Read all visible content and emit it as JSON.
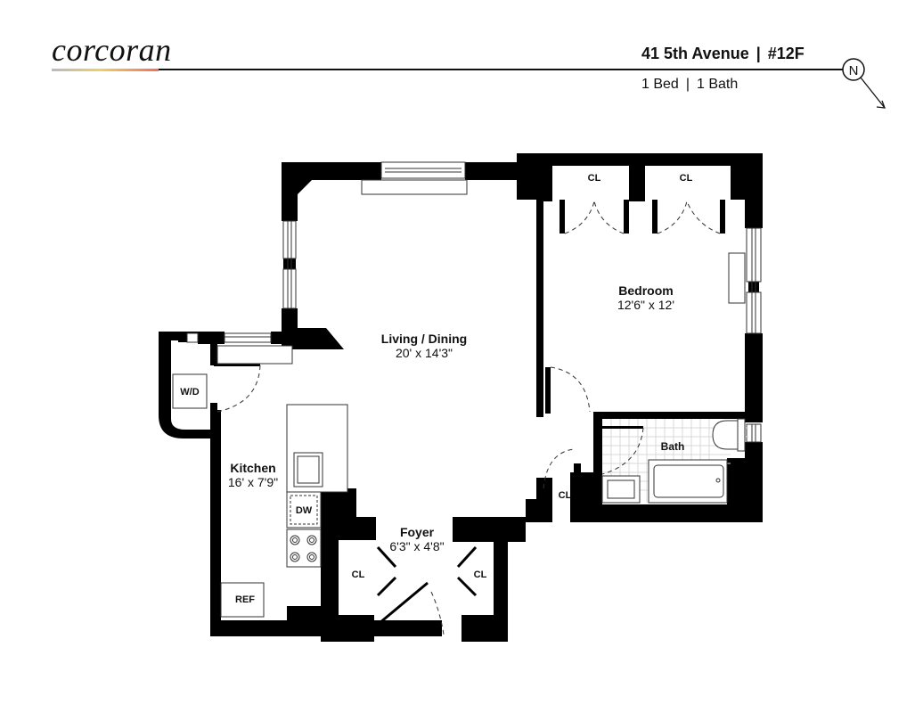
{
  "header": {
    "brand": "corcoran",
    "brand_bar_colors": [
      "#b8b8c8",
      "#f0d060",
      "#f07060"
    ],
    "address": "41 5th Avenue",
    "unit": "#12F",
    "beds": "1 Bed",
    "baths": "1 Bath",
    "separator": "|",
    "north_label": "N"
  },
  "rooms": {
    "living": {
      "name": "Living / Dining",
      "dims": "20' x 14'3\""
    },
    "bedroom": {
      "name": "Bedroom",
      "dims": "12'6\" x 12'"
    },
    "kitchen": {
      "name": "Kitchen",
      "dims": "16' x 7'9\""
    },
    "foyer": {
      "name": "Foyer",
      "dims": "6'3\" x 4'8\""
    },
    "bath": {
      "name": "Bath"
    }
  },
  "fixtures": {
    "wd": "W/D",
    "dw": "DW",
    "ref": "REF",
    "closet_bed_left": "CL",
    "closet_bed_right": "CL",
    "closet_hall": "CL",
    "closet_foyer_left": "CL",
    "closet_foyer_right": "CL"
  },
  "colors": {
    "wall": "#000000",
    "background": "#ffffff",
    "tile": "#d8d8d8"
  }
}
